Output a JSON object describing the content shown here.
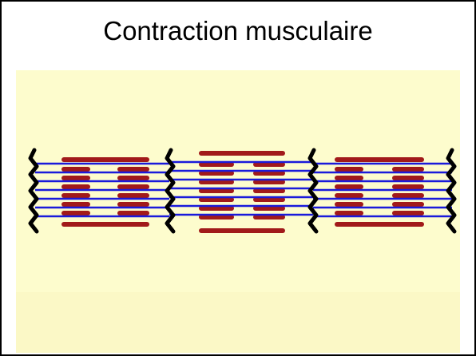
{
  "slide": {
    "title": "Contraction musculaire"
  },
  "diagram": {
    "structure": "sarcomeres",
    "sarcomere_count": 3,
    "contracted_middle_sarcomere": true,
    "colors": {
      "background": "#fdfccd",
      "thick_filament": "#a11a1a",
      "thin_filament": "#1a1adb",
      "z_disc": "#000000"
    }
  }
}
